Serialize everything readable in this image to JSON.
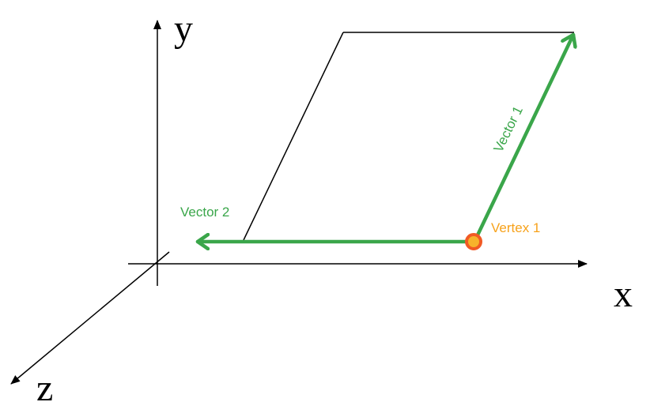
{
  "axes": {
    "x_label": "x",
    "y_label": "y",
    "z_label": "z"
  },
  "labels": {
    "vector1": "Vector 1",
    "vector2": "Vector 2",
    "vertex1": "Vertex 1"
  },
  "colors": {
    "axis": "#000000",
    "vector": "#3aa64a",
    "vertex_fill": "#f7b32b",
    "vertex_stroke": "#f15a24",
    "vertex_label": "#f7a21b"
  }
}
